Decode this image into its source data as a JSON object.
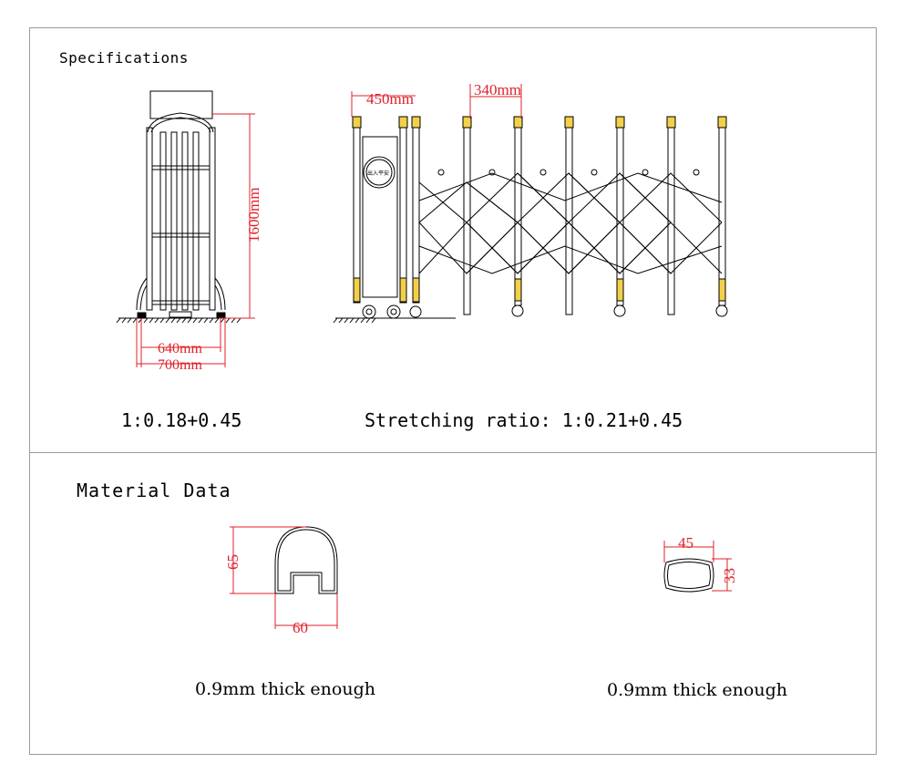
{
  "sections": {
    "specifications": {
      "title": "Specifications",
      "front_view": {
        "height_label": "1600mm",
        "inner_width_label": "640mm",
        "outer_width_label": "700mm",
        "ratio_caption": "1:0.18+0.45"
      },
      "side_view": {
        "head_width_label": "450mm",
        "spacing_label": "340mm",
        "sign_text": "出入平安",
        "ratio_caption": "Stretching ratio: 1:0.21+0.45"
      }
    },
    "material": {
      "title": "Material Data",
      "profile_a": {
        "height_label": "65",
        "width_label": "60",
        "note": "0.9mm thick enough"
      },
      "profile_b": {
        "width_label": "45",
        "height_label": "33",
        "note": "0.9mm thick enough"
      }
    }
  },
  "colors": {
    "dimension": "#e0202a",
    "line": "#000000",
    "accent": "#f2d04a",
    "frame": "#9a9a9a"
  }
}
